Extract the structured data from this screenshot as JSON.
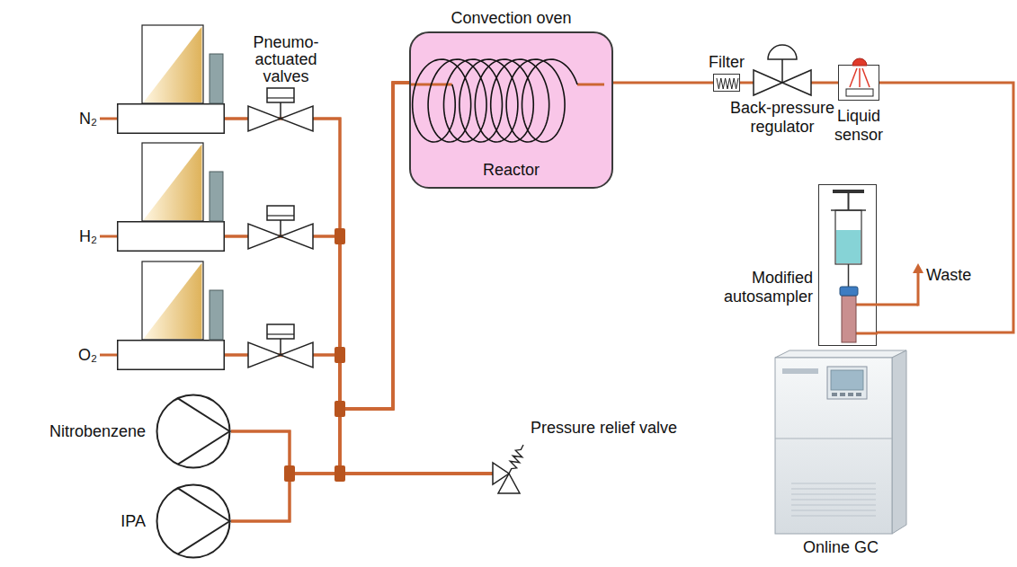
{
  "diagram": {
    "nodes": [
      {
        "text": [
          "N₂"
        ]
      },
      {
        "text": [
          "H₂"
        ]
      },
      {
        "text": [
          "O₂"
        ]
      },
      {
        "text": [
          "Nitrobenzene"
        ]
      },
      {
        "text": [
          "IPA"
        ]
      },
      {
        "text": [
          "Convection oven",
          "Reactor"
        ]
      },
      {
        "text": [
          "Pressure relief valve"
        ]
      },
      {
        "text": [
          "Filter"
        ]
      },
      {
        "text": [
          "Back-pressure regulator"
        ]
      },
      {
        "text": [
          "Liquid sensor"
        ]
      },
      {
        "text": [
          "Modified autosampler"
        ]
      },
      {
        "text": [
          "Online GC"
        ]
      }
    ],
    "edges": [
      {
        "from": 0,
        "to": 5,
        "arrow": "none"
      },
      {
        "from": 1,
        "to": 5,
        "arrow": "none"
      },
      {
        "from": 2,
        "to": 5,
        "arrow": "none"
      },
      {
        "from": 3,
        "to": 5,
        "arrow": "none"
      },
      {
        "from": 4,
        "to": 5,
        "arrow": "none"
      },
      {
        "from": 0,
        "to": 6,
        "arrow": "none"
      },
      {
        "from": 1,
        "to": 6,
        "arrow": "none"
      },
      {
        "from": 2,
        "to": 6,
        "arrow": "none"
      },
      {
        "from": 3,
        "to": 6,
        "arrow": "none"
      },
      {
        "from": 4,
        "to": 6,
        "arrow": "none"
      },
      {
        "from": 5,
        "to": 7,
        "arrow": "none"
      },
      {
        "from": 7,
        "to": 8,
        "arrow": "none"
      },
      {
        "from": 8,
        "to": 9,
        "arrow": "none"
      },
      {
        "from": 9,
        "to": 10,
        "arrow": "none"
      }
    ],
    "labels": [
      "Pneumo-actuated valves",
      "Waste"
    ]
  }
}
